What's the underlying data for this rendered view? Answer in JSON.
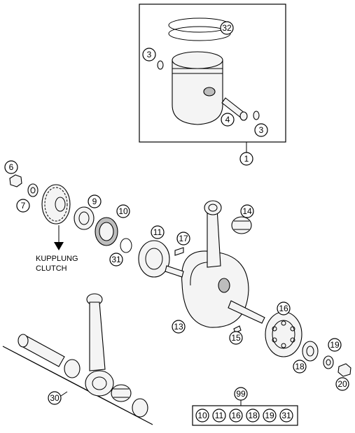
{
  "callouts": {
    "c1": "1",
    "c3a": "3",
    "c3b": "3",
    "c4": "4",
    "c6": "6",
    "c7": "7",
    "c9": "9",
    "c10": "10",
    "c11": "11",
    "c13": "13",
    "c14": "14",
    "c15": "15",
    "c16": "16",
    "c17": "17",
    "c18": "18",
    "c19": "19",
    "c20": "20",
    "c30": "30",
    "c31": "31",
    "c32": "32",
    "c99": "99"
  },
  "kit_items": [
    "10",
    "11",
    "16",
    "18",
    "19",
    "31"
  ],
  "labels": {
    "clutch_de": "KUPPLUNG",
    "clutch_en": "CLUTCH"
  }
}
